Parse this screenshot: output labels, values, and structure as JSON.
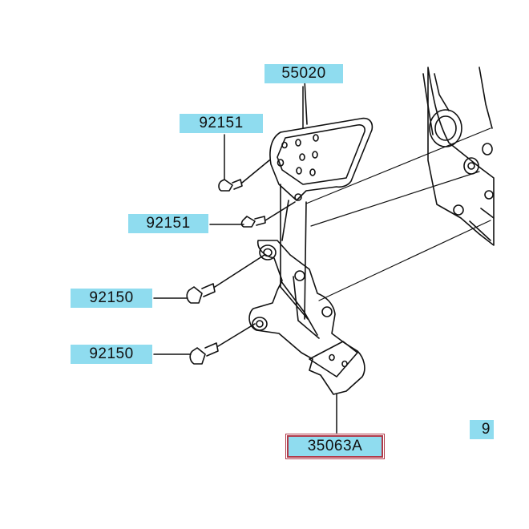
{
  "callouts": {
    "bracket_cover": "55020",
    "bolt_upper": "92151",
    "bolt_mid": "92151",
    "bolt_lower_a": "92150",
    "bolt_lower_b": "92150",
    "footrest_bracket": "35063A",
    "edge_partial": "9"
  },
  "colors": {
    "label_bg": "#8fdcef",
    "highlight_border": "#b03a4a",
    "line": "#111111"
  }
}
